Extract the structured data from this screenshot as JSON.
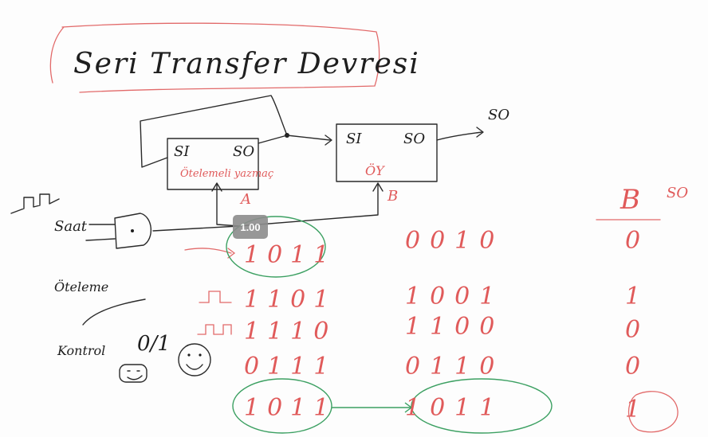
{
  "title": "Seri Transfer Devresi",
  "blocks": {
    "a": {
      "si": "SI",
      "so": "SO",
      "note": "Ötelemeli yazmaç",
      "label": "A"
    },
    "b": {
      "si": "SI",
      "so": "SO",
      "note": "ÖY",
      "label": "B"
    },
    "output": "SO"
  },
  "side_labels": {
    "clock": "Saat",
    "shift": "Öteleme",
    "control": "Kontrol",
    "control_value": "0/1",
    "b_heading": "B",
    "so_heading": "SO"
  },
  "columns": {
    "a": [
      "1011",
      "1101",
      "1110",
      "0111",
      "1011"
    ],
    "b": [
      "0010",
      "1001",
      "1100",
      "0110",
      "1011"
    ],
    "so": [
      "0",
      "1",
      "0",
      "0",
      "1"
    ]
  },
  "zoom": "1.00",
  "colors": {
    "ink": "#1e1e1e",
    "red": "#e05a5a",
    "green": "#3ca062",
    "badge": "#8c8c8c"
  }
}
